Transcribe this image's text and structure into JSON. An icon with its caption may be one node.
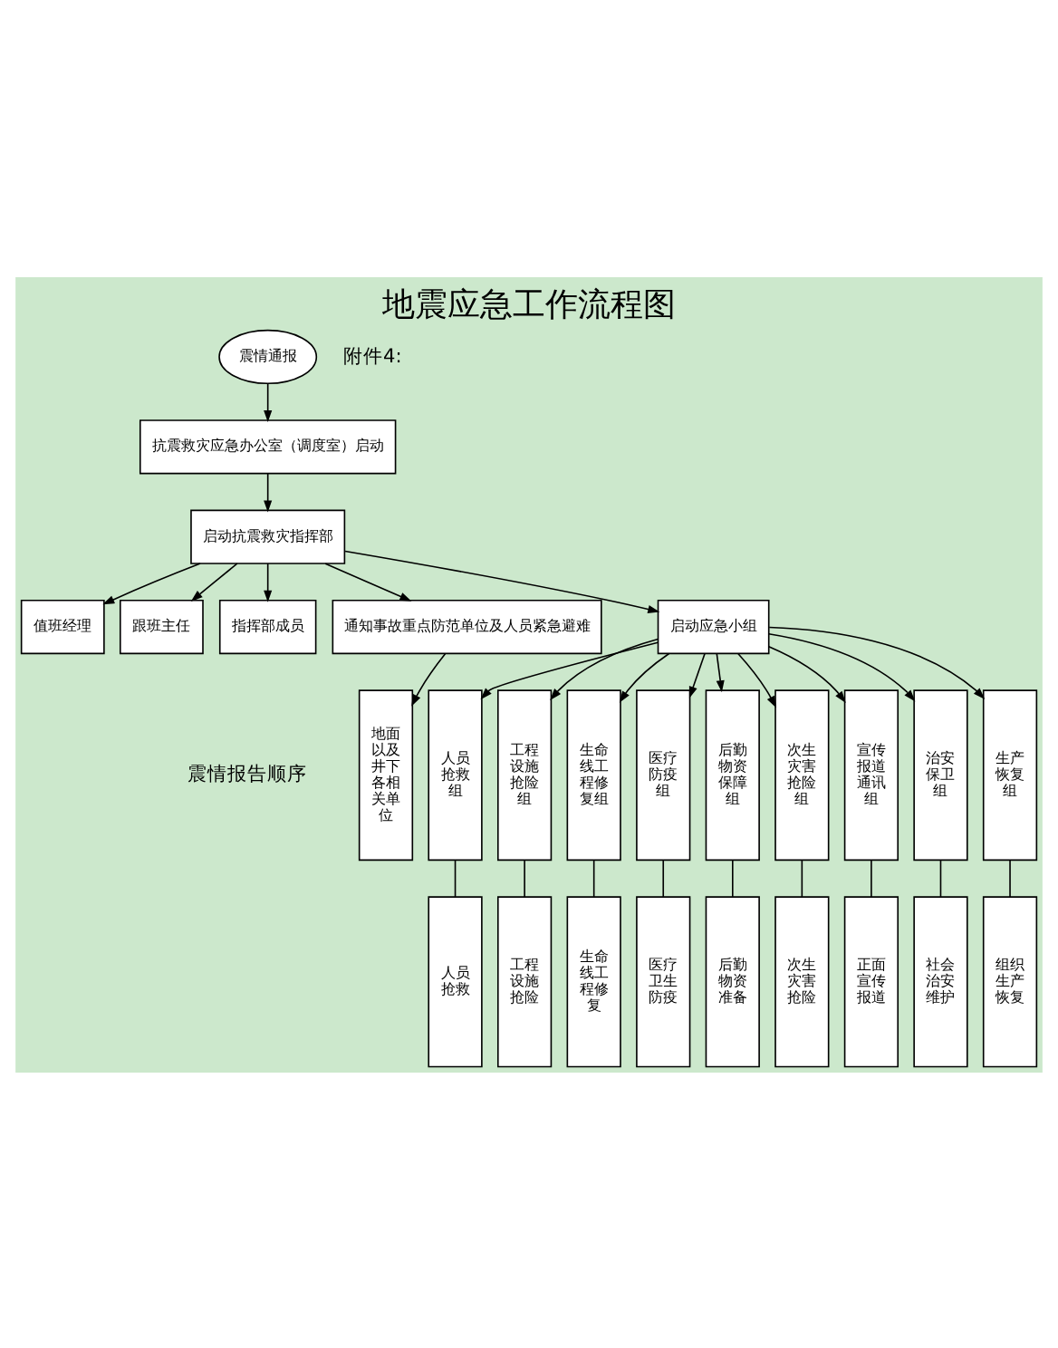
{
  "diagram": {
    "title": "地震应急工作流程图",
    "nodes": [
      {
        "text": [
          "震情通报"
        ]
      },
      {
        "text": [
          "抗震救灾应急办公室（调度室）启动"
        ]
      },
      {
        "text": [
          "启动抗震救灾指挥部"
        ]
      },
      {
        "text": [
          "值班经理"
        ]
      },
      {
        "text": [
          "跟班主任"
        ]
      },
      {
        "text": [
          "指挥部成员"
        ]
      },
      {
        "text": [
          "通知事故重点防范单位及人员紧急避难"
        ]
      },
      {
        "text": [
          "启动应急小组"
        ]
      },
      {
        "text": [
          "地面以及井下各相关单位"
        ]
      },
      {
        "text": [
          "人员抢救组"
        ]
      },
      {
        "text": [
          "工程设施抢险组"
        ]
      },
      {
        "text": [
          "生命线工程修复组"
        ]
      },
      {
        "text": [
          "医疗防疫组"
        ]
      },
      {
        "text": [
          "后勤物资保障组"
        ]
      },
      {
        "text": [
          "次生灾害抢险组"
        ]
      },
      {
        "text": [
          "宣传报道通讯组"
        ]
      },
      {
        "text": [
          "治安保卫组"
        ]
      },
      {
        "text": [
          "生产恢复组"
        ]
      },
      {
        "text": [
          "人员抢救"
        ]
      },
      {
        "text": [
          "工程设施抢险"
        ]
      },
      {
        "text": [
          "生命线工程修复"
        ]
      },
      {
        "text": [
          "医疗卫生防疫"
        ]
      },
      {
        "text": [
          "后勤物资准备"
        ]
      },
      {
        "text": [
          "次生灾害抢险"
        ]
      },
      {
        "text": [
          "正面宣传报道"
        ]
      },
      {
        "text": [
          "社会治安维护"
        ]
      },
      {
        "text": [
          "组织生产恢复"
        ]
      }
    ],
    "edges": [
      {
        "from": 0,
        "to": 1,
        "arrow": "to"
      },
      {
        "from": 1,
        "to": 2,
        "arrow": "to"
      },
      {
        "from": 2,
        "to": 3,
        "arrow": "to"
      },
      {
        "from": 2,
        "to": 4,
        "arrow": "to"
      },
      {
        "from": 2,
        "to": 5,
        "arrow": "to"
      },
      {
        "from": 2,
        "to": 6,
        "arrow": "to"
      },
      {
        "from": 2,
        "to": 7,
        "arrow": "to"
      },
      {
        "from": 6,
        "to": 8,
        "arrow": "to"
      },
      {
        "from": 7,
        "to": 9,
        "arrow": "to"
      },
      {
        "from": 7,
        "to": 10,
        "arrow": "to"
      },
      {
        "from": 7,
        "to": 11,
        "arrow": "to"
      },
      {
        "from": 7,
        "to": 12,
        "arrow": "to"
      },
      {
        "from": 7,
        "to": 13,
        "arrow": "to"
      },
      {
        "from": 7,
        "to": 14,
        "arrow": "to"
      },
      {
        "from": 7,
        "to": 15,
        "arrow": "to"
      },
      {
        "from": 7,
        "to": 16,
        "arrow": "to"
      },
      {
        "from": 7,
        "to": 17,
        "arrow": "to"
      },
      {
        "from": 9,
        "to": 18,
        "arrow": "none"
      },
      {
        "from": 10,
        "to": 19,
        "arrow": "none"
      },
      {
        "from": 11,
        "to": 20,
        "arrow": "none"
      },
      {
        "from": 12,
        "to": 21,
        "arrow": "none"
      },
      {
        "from": 13,
        "to": 22,
        "arrow": "none"
      },
      {
        "from": 14,
        "to": 23,
        "arrow": "none"
      },
      {
        "from": 15,
        "to": 24,
        "arrow": "none"
      },
      {
        "from": 16,
        "to": 25,
        "arrow": "none"
      },
      {
        "from": 17,
        "to": 26,
        "arrow": "none"
      }
    ],
    "labels": [
      "附件4:",
      "震情报告顺序"
    ]
  }
}
